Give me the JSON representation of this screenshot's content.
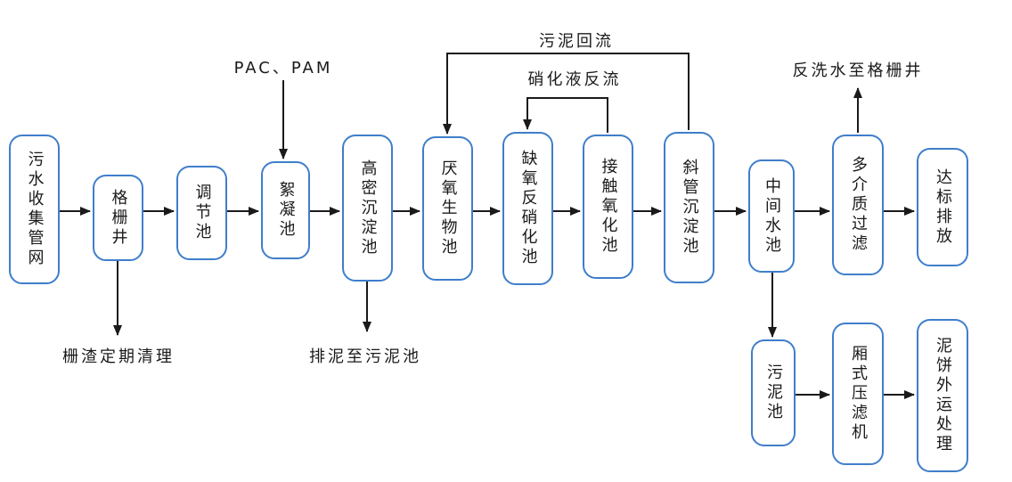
{
  "colors": {
    "background": "#ffffff",
    "box_border": "#3f7ecb",
    "box_fill": "#ffffff",
    "line": "#1a1a1a",
    "text": "#1a1a1a"
  },
  "nodes": {
    "collection": "污水收集管网",
    "grid_well": "格栅井",
    "regulation": "调节池",
    "flocculation": "絮凝池",
    "high_density_sedimentation": "高密沉淀池",
    "anaerobic_bio": "厌氧生物池",
    "anoxic_denitrification": "缺氧反硝化池",
    "contact_oxidation": "接触氧化池",
    "inclined_tube_sedimentation": "斜管沉淀池",
    "intermediate_tank": "中间水池",
    "multimedia_filter": "多介质过滤",
    "standard_discharge": "达标排放",
    "sludge_tank": "污泥池",
    "chamber_filter_press": "厢式压滤机",
    "sludge_cake_disposal": "泥饼外运处理"
  },
  "annotations": {
    "pac_pam_dosing": "PAC、PAM",
    "sludge_return": "污泥回流",
    "nitrification_reflux": "硝化液反流",
    "backwash_to_grid_well": "反洗水至格栅井",
    "grid_residue_cleaning": "栅渣定期清理",
    "sludge_to_sludge_tank": "排泥至污泥池"
  },
  "flow": {
    "main": [
      "collection",
      "grid_well",
      "regulation",
      "flocculation",
      "high_density_sedimentation",
      "anaerobic_bio",
      "anoxic_denitrification",
      "contact_oxidation",
      "inclined_tube_sedimentation",
      "intermediate_tank",
      "multimedia_filter",
      "standard_discharge"
    ],
    "sludge_line": [
      "intermediate_tank",
      "sludge_tank",
      "chamber_filter_press",
      "sludge_cake_disposal"
    ],
    "recycles": [
      {
        "from": "inclined_tube_sedimentation",
        "to": "anaerobic_bio",
        "label": "污泥回流"
      },
      {
        "from": "contact_oxidation",
        "to": "anoxic_denitrification",
        "label": "硝化液反流"
      },
      {
        "from": "multimedia_filter",
        "label": "反洗水至格栅井"
      }
    ],
    "offshoots": [
      {
        "from": "grid_well",
        "label": "栅渣定期清理"
      },
      {
        "from": "high_density_sedimentation",
        "label": "排泥至污泥池"
      },
      {
        "into": "flocculation",
        "label": "PAC、PAM"
      }
    ]
  }
}
